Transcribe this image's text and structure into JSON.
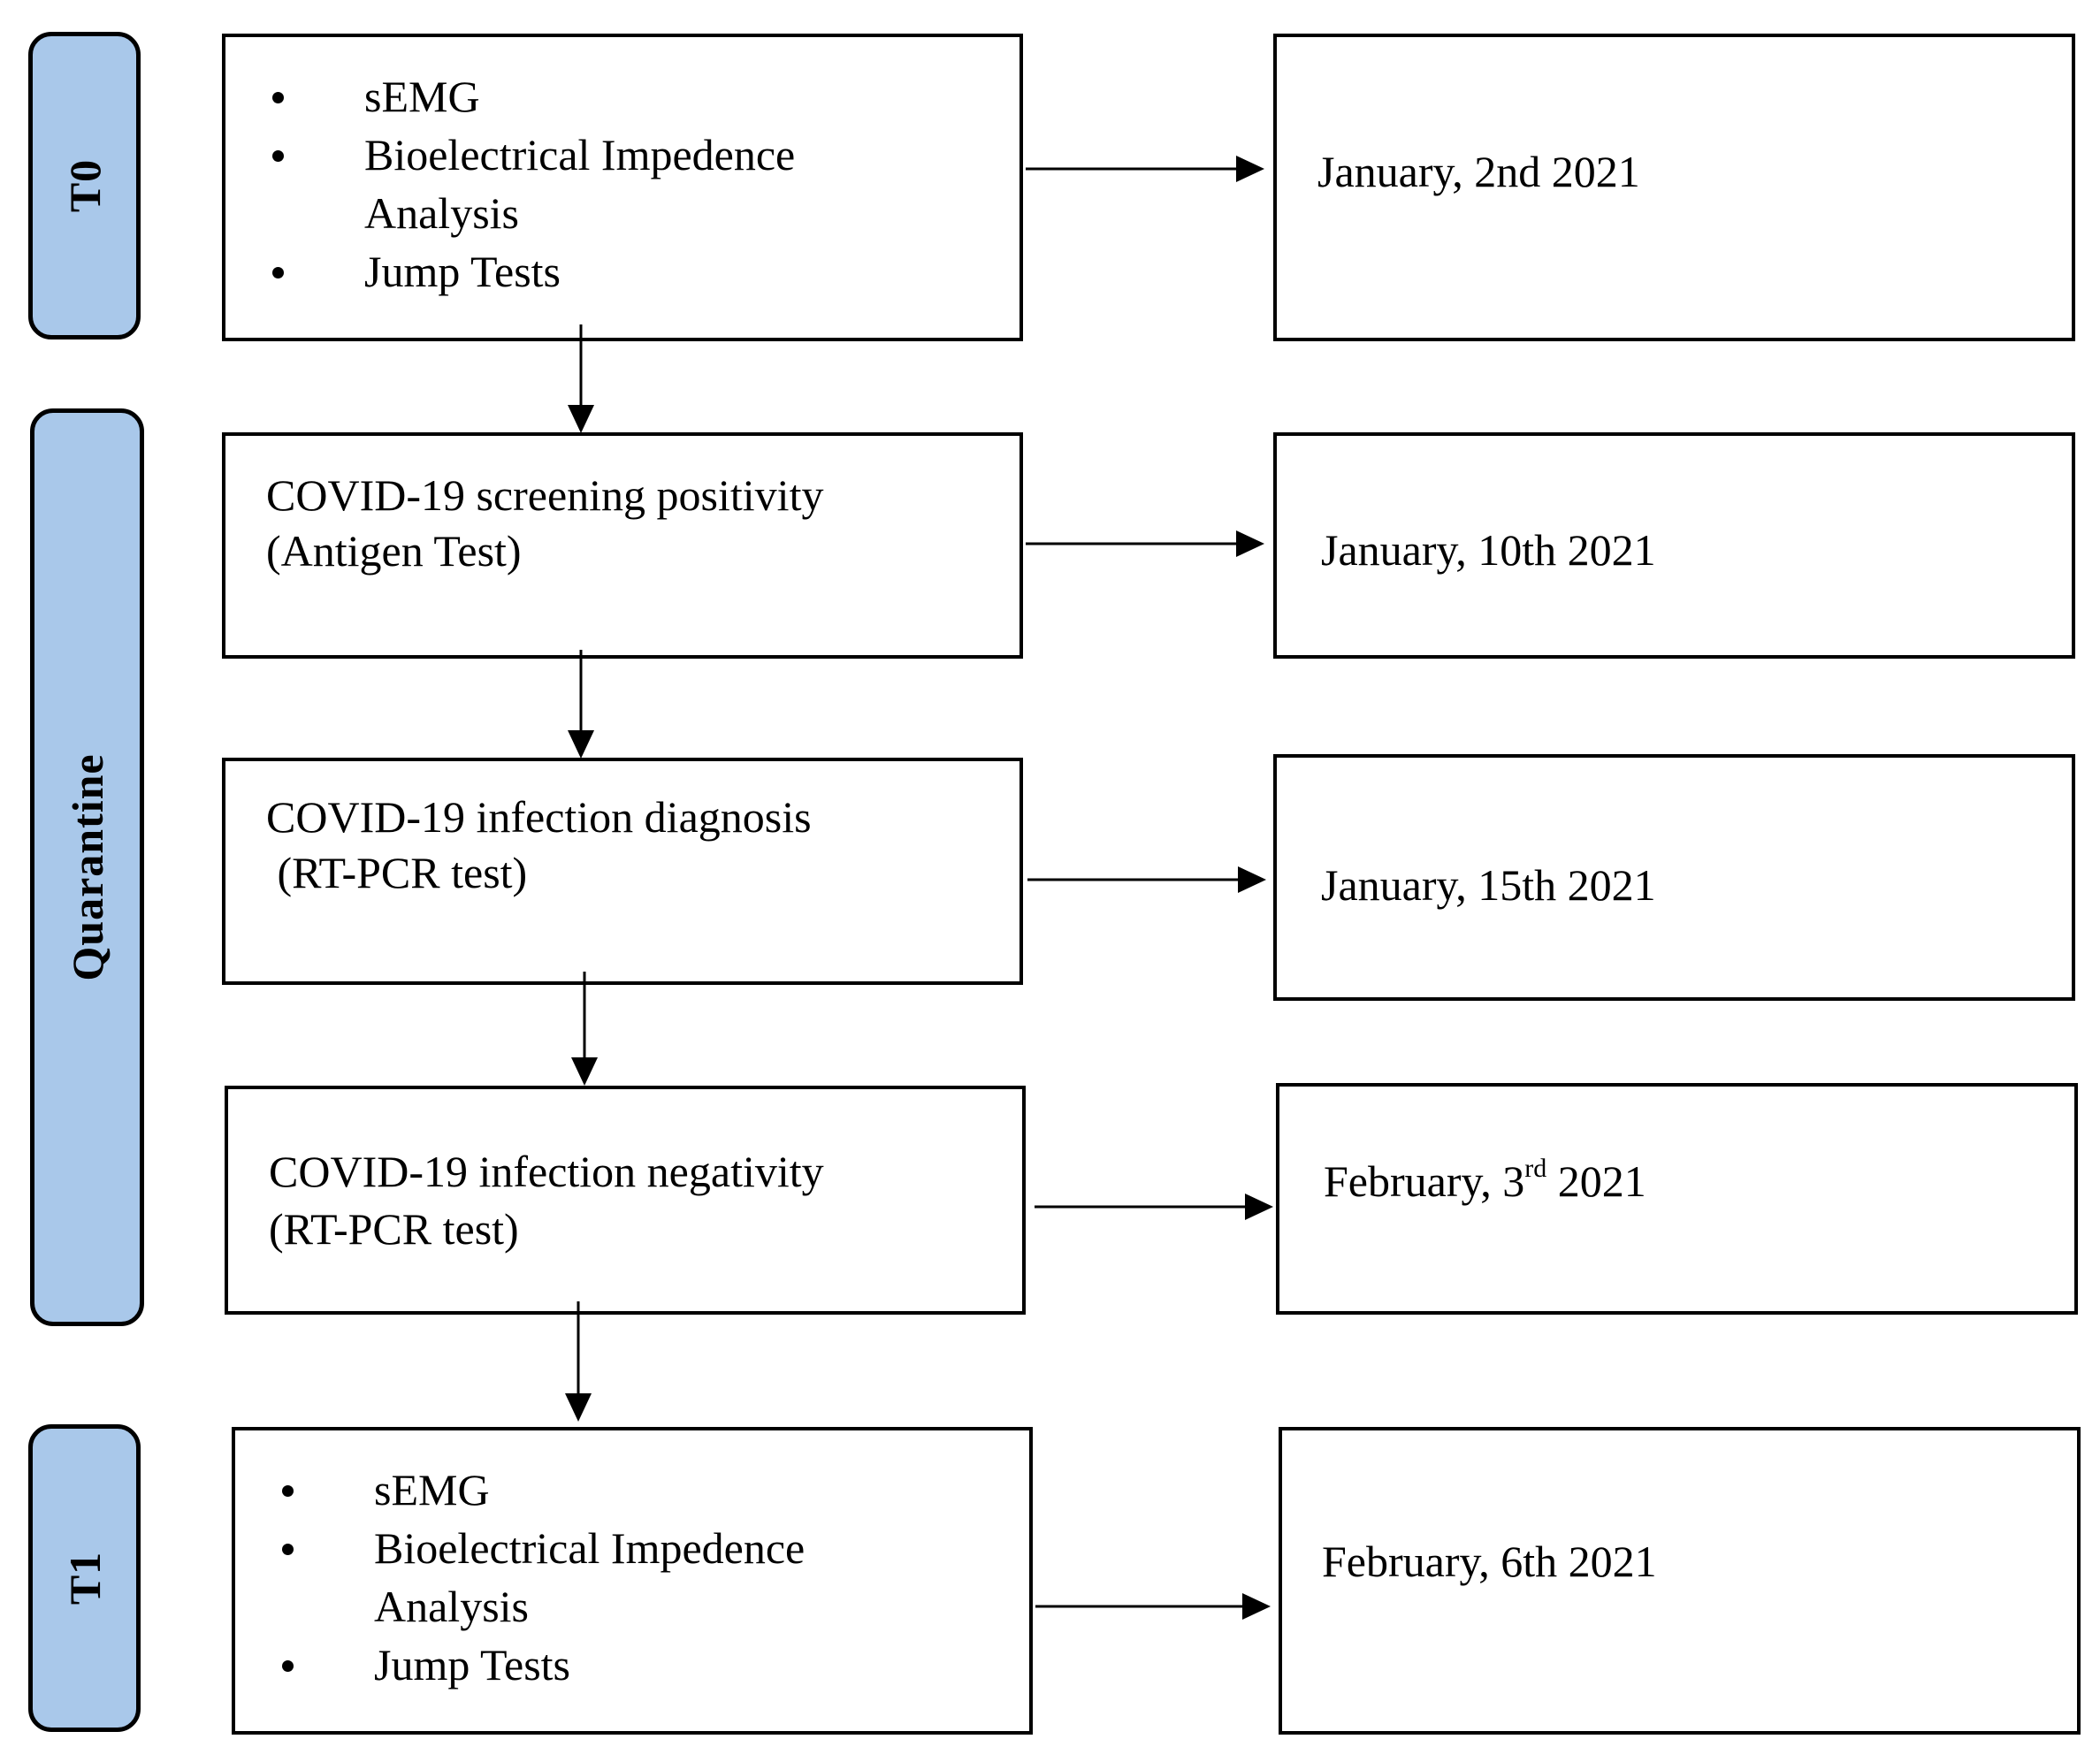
{
  "phases": {
    "t0": "T0",
    "quarantine": "Quarantine",
    "t1": "T1"
  },
  "steps": {
    "t0_measures": [
      "sEMG",
      "Bioelectrical Impedence Analysis",
      "Jump Tests"
    ],
    "screening": {
      "line1": "COVID-19 screening positivity",
      "line2": "(Antigen Test)"
    },
    "diagnosis": {
      "line1": "COVID-19 infection diagnosis",
      "line2": " (RT-PCR test)"
    },
    "negativity": {
      "line1": "COVID-19 infection negativity",
      "line2": "(RT-PCR test)"
    },
    "t1_measures": [
      "sEMG",
      "Bioelectrical Impedence Analysis",
      "Jump Tests"
    ]
  },
  "dates": {
    "t0": "January, 2nd 2021",
    "screening": "January, 10th 2021",
    "diagnosis": "January, 15th 2021",
    "negativity": {
      "prefix": "February, 3",
      "suffix": "rd",
      "year": " 2021"
    },
    "t1": "February, 6th 2021"
  },
  "colors": {
    "phase_fill": "#a9c8ea",
    "stroke": "#000000"
  }
}
